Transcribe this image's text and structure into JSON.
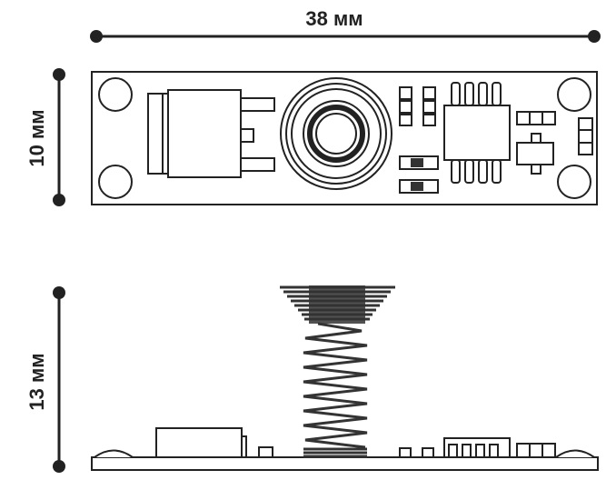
{
  "dimensions": {
    "width_label": "38 мм",
    "height_label": "10 мм",
    "depth_label": "13 мм"
  },
  "colors": {
    "line": "#222222",
    "fill": "#ffffff",
    "dark": "#333333"
  }
}
